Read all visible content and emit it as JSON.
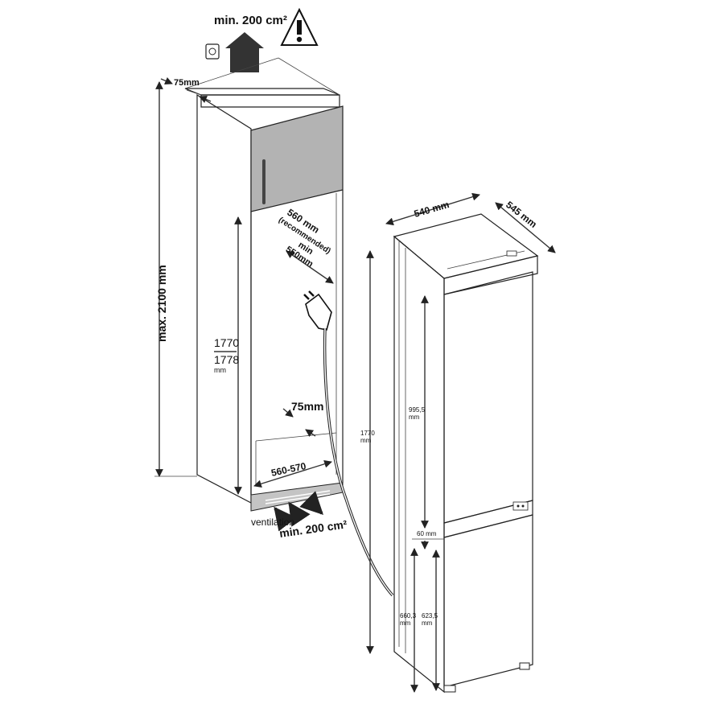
{
  "top_vent": {
    "area": "min. 200 cm²",
    "warning_icon": "warning-triangle-icon",
    "outlet_icon": "socket-icon"
  },
  "niche": {
    "rear_gap": "75mm",
    "max_height": "max. 2100 mm",
    "height_a": "1770",
    "height_b": "1778",
    "height_unit": "mm",
    "depth_recommended_value": "560 mm",
    "depth_recommended_note": "(recommended)",
    "depth_min_prefix": "min",
    "depth_min_value": "550mm",
    "bottom_gap": "75mm",
    "width": "560-570",
    "ventilation_label": "ventilation",
    "ventilation_area": "min. 200 cm²"
  },
  "appliance": {
    "width": "540 mm",
    "depth": "545 mm",
    "height_value": "1770",
    "height_unit": "mm",
    "upper_door_value": "995,5",
    "upper_door_unit": "mm",
    "middle_gap": "60 mm",
    "lower_a_value": "660,3",
    "lower_a_unit": "mm",
    "lower_b_value": "623,5",
    "lower_b_unit": "mm"
  }
}
